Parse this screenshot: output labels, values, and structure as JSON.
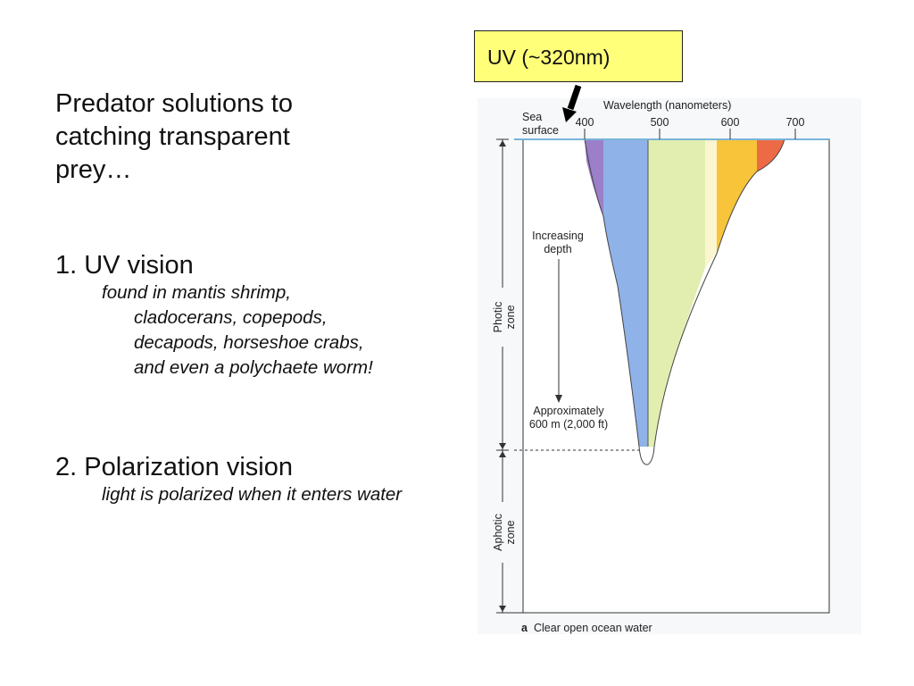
{
  "slide": {
    "title": "Predator solutions to catching transparent prey…",
    "points": [
      {
        "heading": "1. UV vision",
        "body_lines": [
          "found in mantis shrimp,",
          "cladocerans, copepods,",
          "decapods, horseshoe crabs,",
          "and even a polychaete worm!"
        ]
      },
      {
        "heading": "2. Polarization vision",
        "body": "light is polarized when it enters water"
      }
    ]
  },
  "callout": {
    "text": "UV (~320nm)"
  },
  "diagram": {
    "axis_title": "Wavelength (nanometers)",
    "ticks": [
      "400",
      "500",
      "600",
      "700"
    ],
    "sea_surface_line1": "Sea",
    "sea_surface_line2": "surface",
    "increasing_depth_line1": "Increasing",
    "increasing_depth_line2": "depth",
    "depth_line1": "Approximately",
    "depth_line2": "600 m (2,000 ft)",
    "photic_line1": "Photic",
    "photic_line2": "zone",
    "aphotic_line1": "Aphotic",
    "aphotic_line2": "zone",
    "caption_letter": "a",
    "caption_text": "Clear open ocean water",
    "colors": {
      "violet": "#9b7fc9",
      "blue": "#8fb2e8",
      "green": "#e2eeb0",
      "cream": "#fbf6cf",
      "yellow": "#f7c43a",
      "red": "#ec6b45",
      "surface_line": "#7ab4d8",
      "callout_bg": "#ffff7a"
    }
  }
}
